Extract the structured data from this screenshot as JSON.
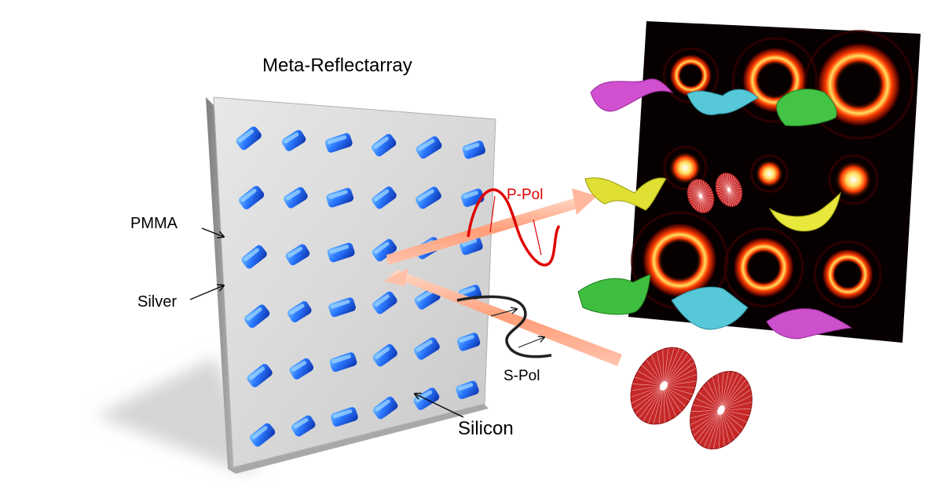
{
  "labels": {
    "title": "Meta-Reflectarray",
    "pmma": "PMMA",
    "silver": "Silver",
    "silicon": "Silicon",
    "p_pol": "P-Pol",
    "s_pol": "S-Pol"
  },
  "colors": {
    "background": "#ffffff",
    "plate_face": "#d9d9d9",
    "plate_edge": "#9c9c9c",
    "pillar": "#1f5fe0",
    "pillar_highlight": "#6fb8ff",
    "beam": "#ffa27e",
    "p_pol_wave": "#e00000",
    "s_pol_wave": "#222222",
    "screen": "#080000",
    "ring_outer": "#c01000",
    "ring_inner": "#ffe060",
    "intensity_disc": "#c62828",
    "ribbon_colors": [
      "#cc44cc",
      "#44c4d4",
      "#3cc43c",
      "#d8d828"
    ]
  },
  "pillar_grid": {
    "rows": 6,
    "columns": 6
  },
  "vortex_grid": {
    "rows": 3,
    "columns": 3
  }
}
